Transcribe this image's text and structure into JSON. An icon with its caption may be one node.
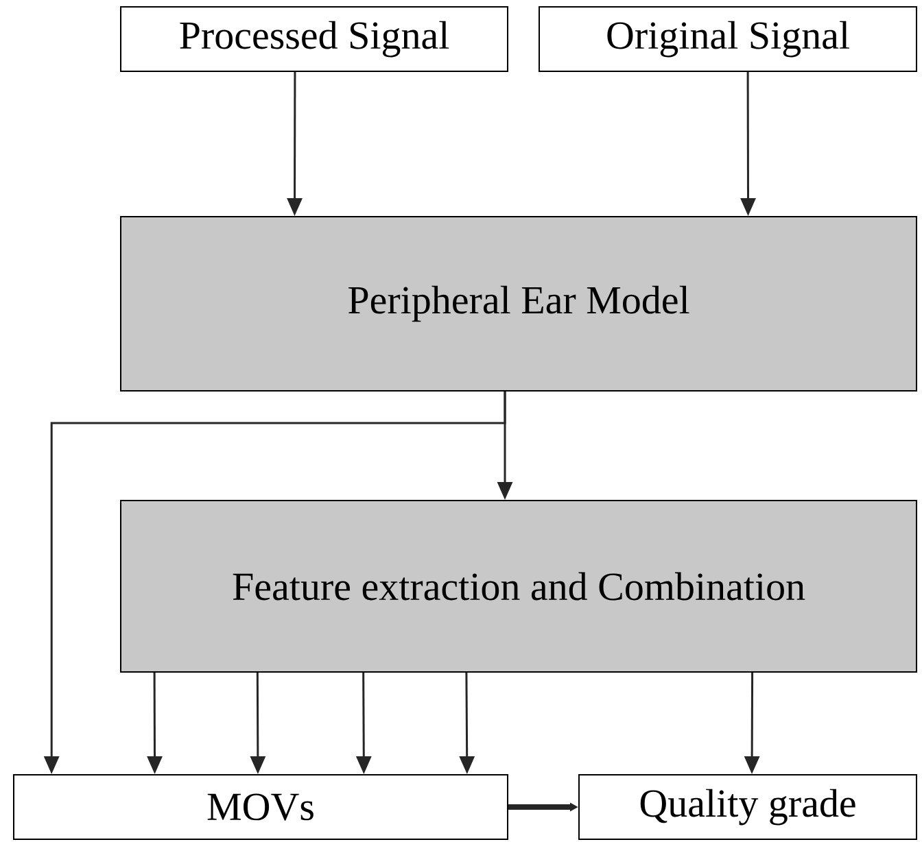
{
  "diagram": {
    "nodes": [
      {
        "text": [
          "Processed Signal"
        ]
      },
      {
        "text": [
          "Original Signal"
        ]
      },
      {
        "text": [
          "Peripheral Ear Model"
        ]
      },
      {
        "text": [
          "Feature extraction and Combination"
        ]
      },
      {
        "text": [
          "MOVs"
        ]
      },
      {
        "text": [
          "Quality grade"
        ]
      }
    ],
    "edges": [
      {
        "from": 0,
        "to": 2,
        "arrow": "to"
      },
      {
        "from": 1,
        "to": 2,
        "arrow": "to"
      },
      {
        "from": 2,
        "to": 3,
        "arrow": "to"
      },
      {
        "from": 2,
        "to": 4,
        "arrow": "to"
      },
      {
        "from": 3,
        "to": 4,
        "arrow": "to"
      },
      {
        "from": 3,
        "to": 4,
        "arrow": "to"
      },
      {
        "from": 3,
        "to": 4,
        "arrow": "to"
      },
      {
        "from": 3,
        "to": 4,
        "arrow": "to"
      },
      {
        "from": 3,
        "to": 5,
        "arrow": "to"
      },
      {
        "from": 4,
        "to": 5,
        "arrow": "to",
        "style": "thick"
      }
    ]
  }
}
